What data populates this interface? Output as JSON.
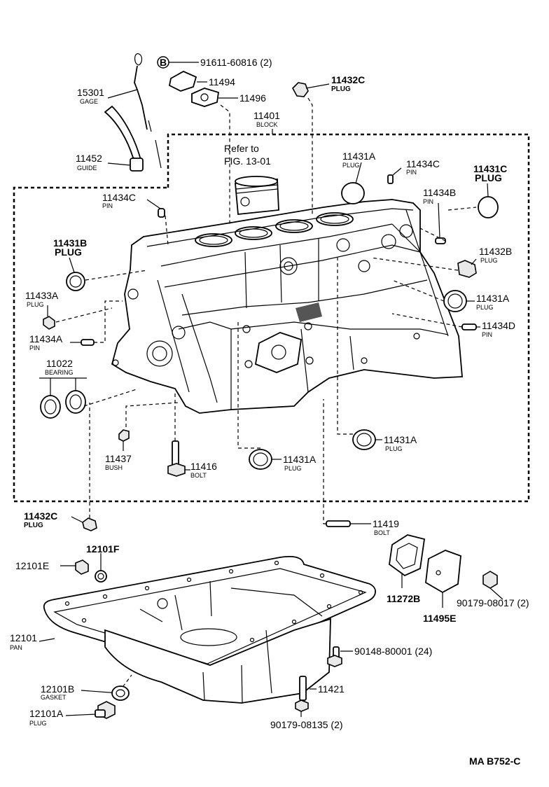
{
  "labels": {
    "p91611": {
      "num": "91611-60816 (2)"
    },
    "p11494": {
      "num": "11494"
    },
    "p11496": {
      "num": "11496"
    },
    "p11432c_top": {
      "num": "11432C",
      "sub": "PLUG"
    },
    "p15301": {
      "num": "15301",
      "sub": "GAGE"
    },
    "p11401": {
      "num": "11401",
      "sub": "BLOCK"
    },
    "refer": {
      "line1": "Refer to",
      "line2": "FIG. 13-01"
    },
    "p11452": {
      "num": "11452",
      "sub": "GUIDE"
    },
    "p11431a_top": {
      "num": "11431A",
      "sub": "PLUG"
    },
    "p11434c_right": {
      "num": "11434C",
      "sub": "PIN"
    },
    "p11431c": {
      "num": "11431C",
      "sub": "PLUG"
    },
    "p11434c_left": {
      "num": "11434C",
      "sub": "PIN"
    },
    "p11434b": {
      "num": "11434B",
      "sub": "PIN"
    },
    "p11431b": {
      "num": "11431B",
      "sub": "PLUG"
    },
    "p11432b": {
      "num": "11432B",
      "sub": "PLUG"
    },
    "p11433a": {
      "num": "11433A",
      "sub": "PLUG"
    },
    "p11431a_right": {
      "num": "11431A",
      "sub": "PLUG"
    },
    "p11434d": {
      "num": "11434D",
      "sub": "PIN"
    },
    "p11434a": {
      "num": "11434A",
      "sub": "PIN"
    },
    "p11022": {
      "num": "11022",
      "sub": "BEARING"
    },
    "p11431a_low": {
      "num": "11431A",
      "sub": "PLUG"
    },
    "p11437": {
      "num": "11437",
      "sub": "BUSH"
    },
    "p11416": {
      "num": "11416",
      "sub": "BOLT"
    },
    "p11431a_mid": {
      "num": "11431A",
      "sub": "PLUG"
    },
    "p11432c_bottom": {
      "num": "11432C",
      "sub": "PLUG"
    },
    "p11419": {
      "num": "11419",
      "sub": "BOLT"
    },
    "p12101f": {
      "num": "12101F"
    },
    "p12101e": {
      "num": "12101E"
    },
    "p11272b": {
      "num": "11272B"
    },
    "p11495e": {
      "num": "11495E"
    },
    "p90179_08017": {
      "num": "90179-08017 (2)"
    },
    "p12101": {
      "num": "12101",
      "sub": "PAN"
    },
    "p90148": {
      "num": "90148-80001 (24)"
    },
    "p12101b": {
      "num": "12101B",
      "sub": "GASKET"
    },
    "p11421": {
      "num": "11421"
    },
    "p12101a": {
      "num": "12101A",
      "sub": "PLUG"
    },
    "p90179_08135": {
      "num": "90179-08135 (2)"
    },
    "b_marker": "B",
    "ref_code": "MA B752-C"
  }
}
